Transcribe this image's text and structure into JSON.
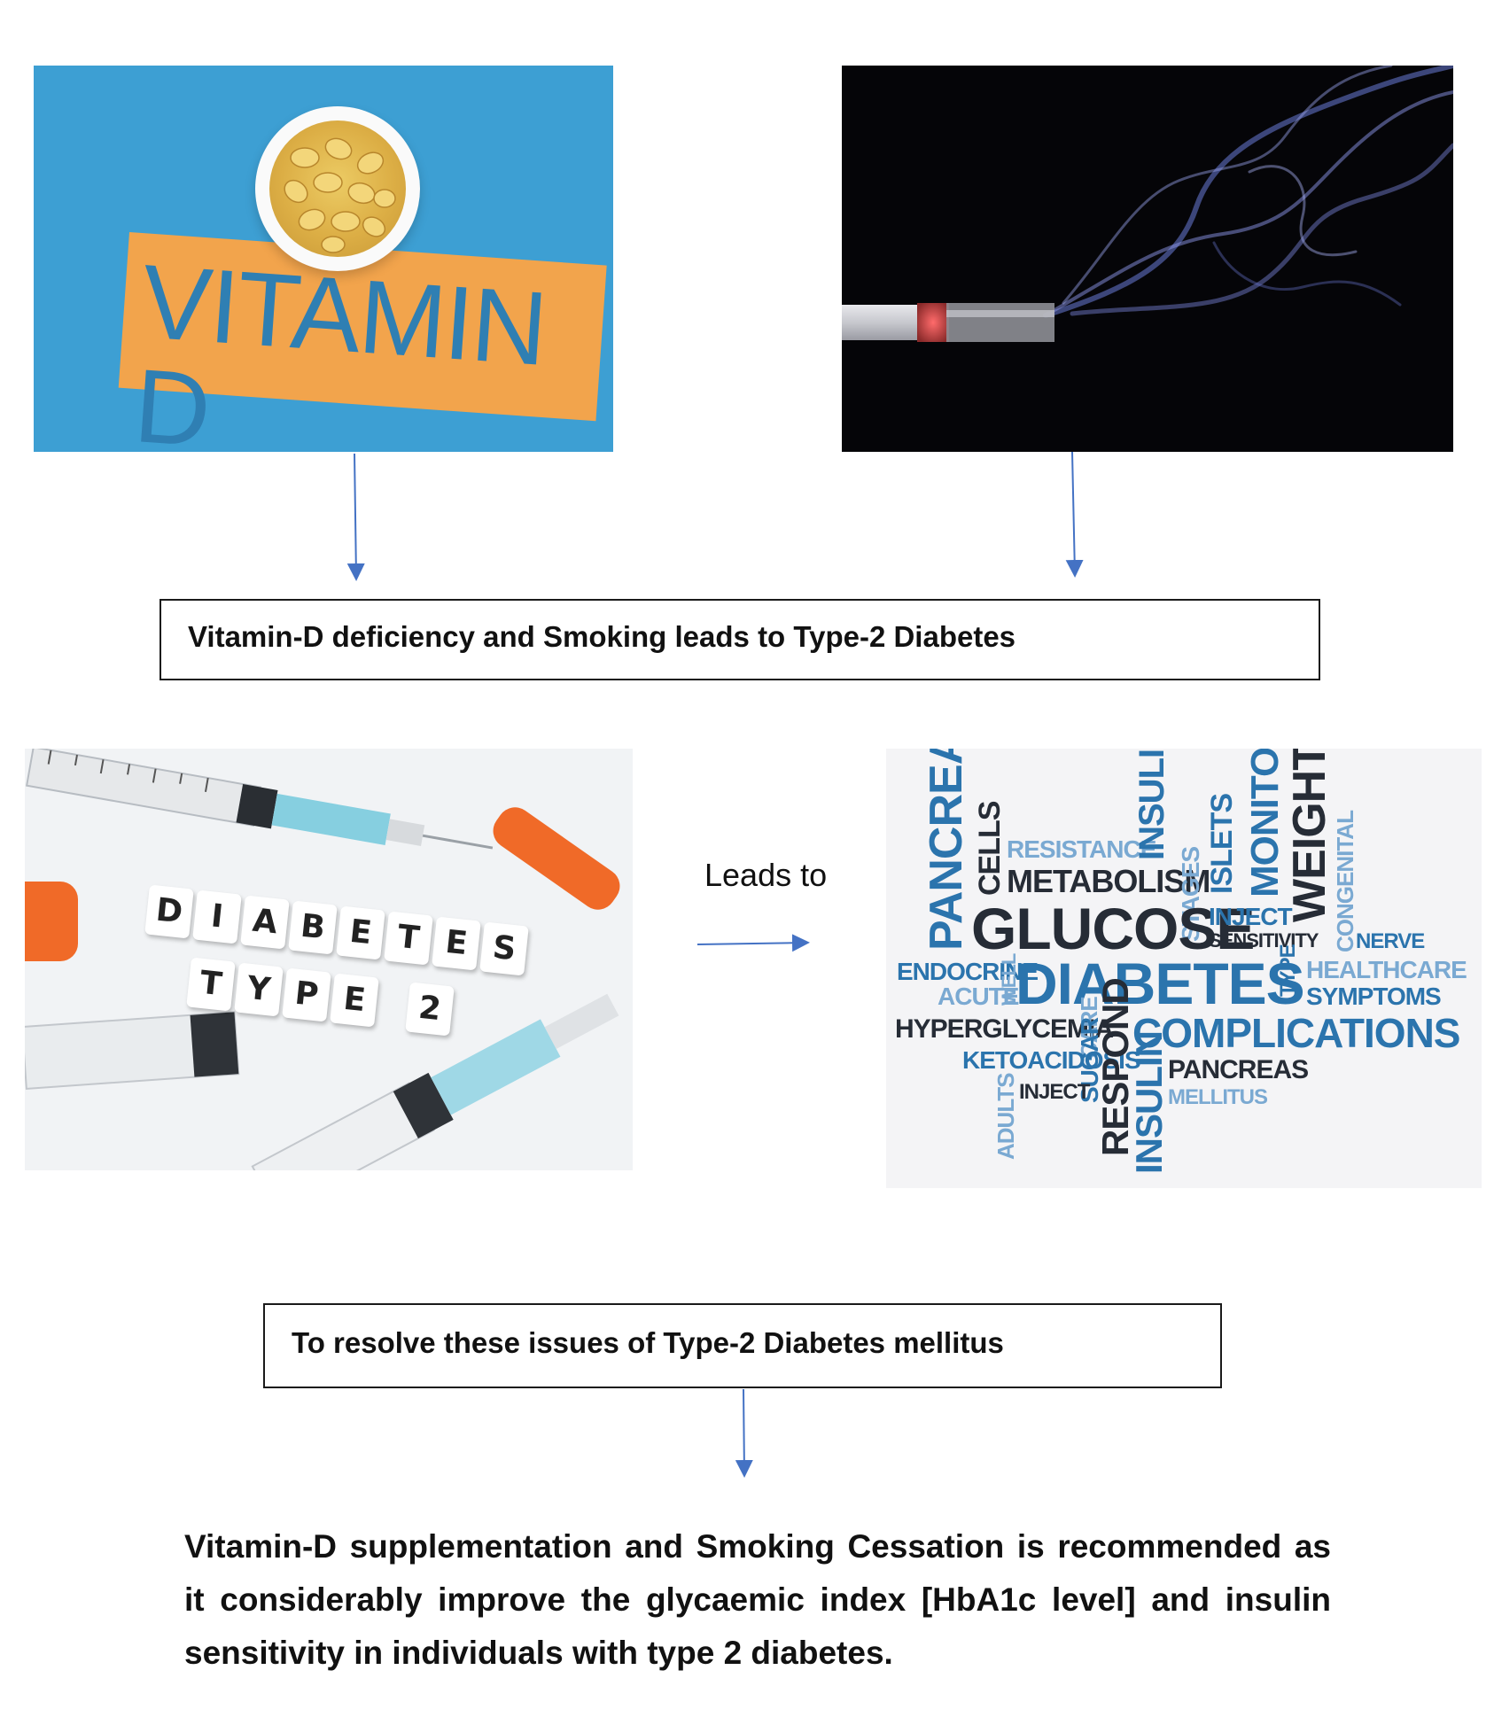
{
  "vitamin_image": {
    "card_text": "VITAMIN D"
  },
  "box_top": {
    "text": "Vitamin-D deficiency and Smoking leads to Type-2 Diabetes"
  },
  "dice_image": {
    "row1": [
      "D",
      "I",
      "A",
      "B",
      "E",
      "T",
      "E",
      "S"
    ],
    "row2": [
      "T",
      "Y",
      "P",
      "E",
      "2"
    ]
  },
  "leads_to": "Leads to",
  "word_cloud": {
    "words": {
      "pancreas_v": "PANCREAS",
      "cells": "CELLS",
      "resistance": "RESISTANCE",
      "insulin_top": "INSULIN",
      "metabolism": "METABOLISM",
      "stages": "STAGES",
      "islets": "ISLETS",
      "monitor": "MONITOR",
      "weight": "WEIGHT",
      "congenital": "CONGENITAL",
      "glucose": "GLUCOSE",
      "inject_top": "INJECT",
      "sensitivity": "SENSITIVITY",
      "nerve": "NERVE",
      "endocrine": "ENDOCRINE",
      "well": "WELL",
      "diabetes": "DIABETES",
      "type": "TYPE",
      "healthcare": "HEALTHCARE",
      "acute": "ACUTE",
      "symptoms": "SYMPTOMS",
      "hyperglycemia": "HYPERGLYCEMIA",
      "care": "CARE",
      "complications": "COMPLICATIONS",
      "ketoacidosis": "KETOACIDOSIS",
      "sugar": "SUGAR",
      "respond": "RESPOND",
      "insulin_bottom": "INSULIN",
      "pancreas_h": "PANCREAS",
      "adults": "ADULTS",
      "inject_bottom": "INJECT",
      "mellitus": "MELLITUS"
    }
  },
  "box_bottom": {
    "text": "To resolve these issues of Type-2 Diabetes mellitus"
  },
  "conclusion": "Vitamin-D supplementation and Smoking Cessation is recommended as it considerably improve the glycaemic index [HbA1c level] and insulin sensitivity in individuals with type 2 diabetes.",
  "colors": {
    "arrow": "#4472c4",
    "vitamin_bg": "#3d9fd3",
    "vitamin_card": "#f2a44c",
    "cloud_dark": "#262c36",
    "cloud_mid": "#2b74ad",
    "cloud_light": "#7aa9d2"
  }
}
